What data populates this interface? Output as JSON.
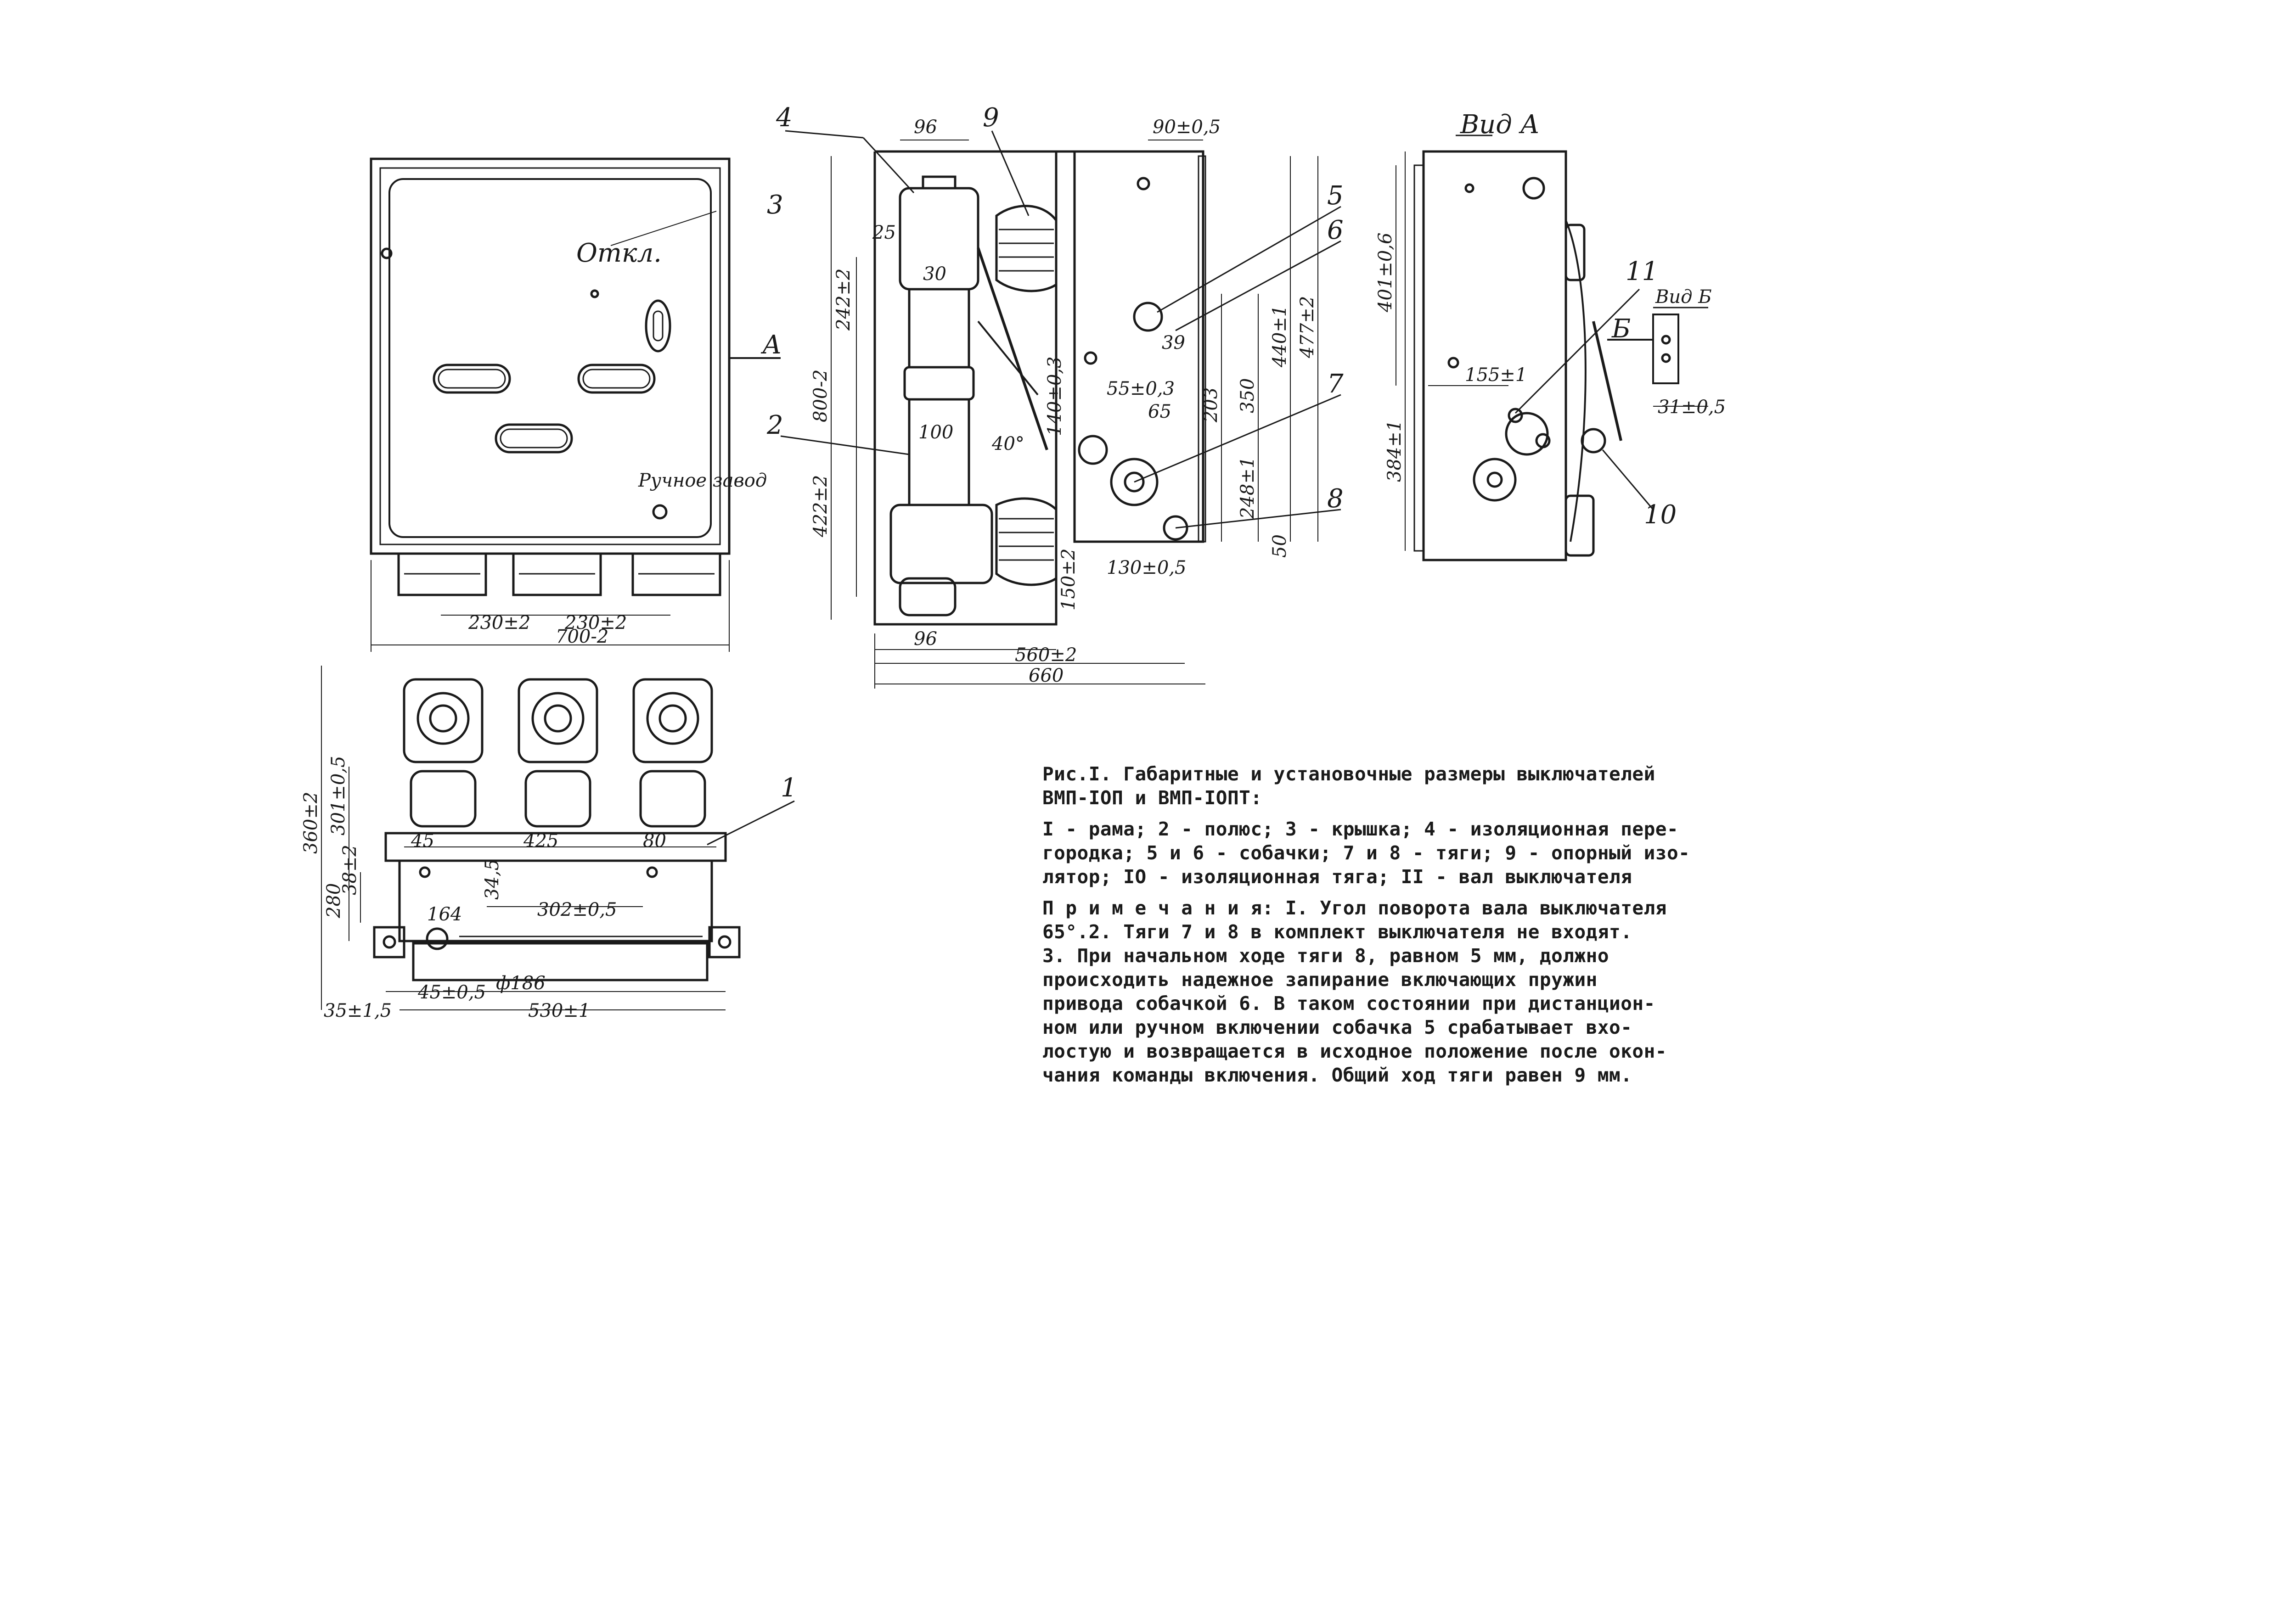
{
  "labels": {
    "view_a": "Вид А",
    "view_b": "Вид Б",
    "cover_text_off": "Откл.",
    "cover_text_manual": "Ручное завод",
    "arrow_a": "А",
    "arrow_b": "Б",
    "item_1": "1",
    "item_2": "2",
    "item_3": "3",
    "item_4": "4",
    "item_5": "5",
    "item_6": "6",
    "item_7": "7",
    "item_8": "8",
    "item_9": "9",
    "item_10": "10",
    "item_11": "11"
  },
  "dimensions": {
    "d_96_top": "96",
    "d_90_05": "90±0,5",
    "d_25": "25",
    "d_30": "30",
    "d_242": "242±2",
    "d_800_2": "800-2",
    "d_422": "422±2",
    "d_100": "100",
    "d_140_03": "140±0,3",
    "d_55_03": "55±0,3",
    "d_65_deg": "65",
    "d_40_deg": "40°",
    "d_39": "39",
    "d_203": "203",
    "d_350": "350",
    "d_440": "440±1",
    "d_477": "477±2",
    "d_248": "248±1",
    "d_50": "50",
    "d_130_05": "130±0,5",
    "d_150": "150±2",
    "d_96_bot": "96",
    "d_560": "560±2",
    "d_660": "660",
    "d_230_left": "230±2",
    "d_230_right": "230±2",
    "d_700": "700-2",
    "d_401": "401±0,6",
    "d_155": "155±1",
    "d_384": "384±1",
    "d_31": "31±0,5",
    "d_360": "360±2",
    "d_301": "301±0,5",
    "d_280": "280",
    "d_38": "38±2",
    "d_34": "34,5",
    "d_45": "45",
    "d_425": "425",
    "d_80": "80",
    "d_164": "164",
    "d_302": "302±0,5",
    "d_45_05": "45±0,5",
    "d_186": "ф186",
    "d_35": "35±1,5",
    "d_530": "530±1"
  },
  "caption": {
    "title": "Рис.I. Габаритные и установочные размеры выключателей\n     ВМП-IОП и ВМП-IОПТ:",
    "legend": "I - рама; 2 - полюс; 3 - крышка; 4 - изоляционная пере-\nгородка; 5 и 6 - собачки; 7 и 8 - тяги; 9 - опорный изо-\nлятор; IO - изоляционная тяга; II - вал выключателя",
    "notes": "П р и м е ч а н и я: I. Угол поворота вала выключателя\n65°.2. Тяги 7 и 8 в комплект выключателя не входят.\n  3. При начальном ходе тяги 8, равном 5 мм, должно\n  происходить надежное запирание включающих пружин\n  привода собачкой 6. В таком состоянии при дистанцион-\n  ном или ручном включении собачка 5 срабатывает вхо-\n  лостую и возвращается в исходное положение после окон-\n  чания команды включения. Общий ход тяги равен 9 мм."
  }
}
